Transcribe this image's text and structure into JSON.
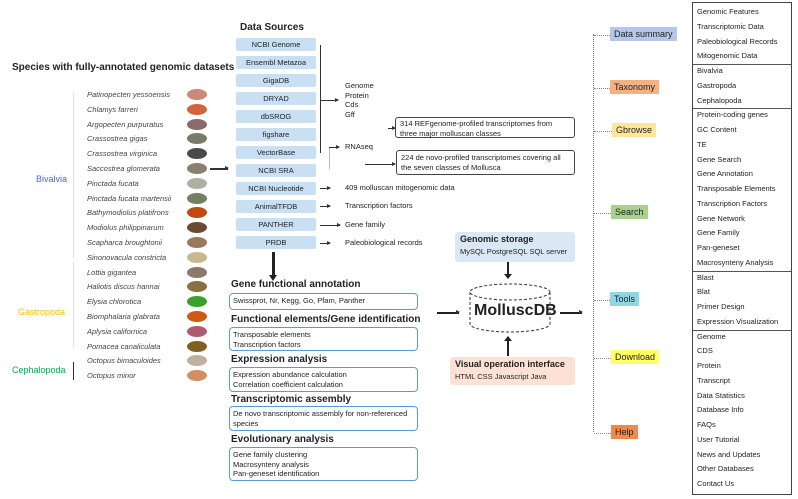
{
  "species_title": "Species with fully-annotated genomic datasets",
  "groups": [
    {
      "name": "Bivalvia",
      "color": "#4472c4"
    },
    {
      "name": "Gastropoda",
      "color": "#ffc000"
    },
    {
      "name": "Cephalopoda",
      "color": "#00b050"
    }
  ],
  "species": [
    "Patinopecten yessoensis",
    "Chlamys farreri",
    "Argopecten purpuratus",
    "Crassostrea gigas",
    "Crassostrea virginica",
    "Saccostrea glomerata",
    "Pinctada fucata",
    "Pinctada fucata martensii",
    "Bathymodiolus platifrons",
    "Modiolus philippinarum",
    "Scapharca broughtonii",
    "Sinonovacula constricta",
    "Lottia gigantea",
    "Haliotis discus hannai",
    "Elysia chlorotica",
    "Biomphalaria glabrata",
    "Aplysia californica",
    "Pomacea canaliculata",
    "Octopus bimaculoides",
    "Octopus minor"
  ],
  "data_sources": {
    "title": "Data Sources",
    "items": [
      "NCBI Genome",
      "Ensembl Metazoa",
      "GigaDB",
      "DRYAD",
      "dbSROG",
      "figshare",
      "VectorBase",
      "NCBI SRA",
      "NCBI Nucleotide",
      "AnimalTFDB",
      "PANTHER",
      "PRDB"
    ]
  },
  "genome_outputs": [
    "Genome",
    "Protein",
    "Cds",
    "Gff"
  ],
  "rnaseq": "RNAseq",
  "transcriptome_boxes": [
    "314 REFgenome-profiled transcriptomes from three major molluscan classes",
    "224 de novo-profiled transcriptomes covering all the seven classes of Mollusca"
  ],
  "source_outputs": [
    "409 molluscan mitogenomic data",
    "Transcription factors",
    "Gene family",
    "Paleobiological records"
  ],
  "analyses": [
    {
      "title": "Gene functional annotation",
      "lines": [
        "Swissprot, Nr, Kegg, Go, Pfam, Panther"
      ]
    },
    {
      "title": "Functional elements/Gene identification",
      "lines": [
        "Transposable elements",
        "Transcription factors"
      ]
    },
    {
      "title": "Expression analysis",
      "lines": [
        "Expression abundance calculation",
        "Correlation coefficient calculation"
      ]
    },
    {
      "title": "Transcriptomic assembly",
      "lines": [
        "De novo transcriptomic assembly for non-referenced species"
      ]
    },
    {
      "title": "Evolutionary analysis",
      "lines": [
        "Gene family clustering",
        "Macrosynteny analysis",
        "Pan-geneset identification"
      ]
    }
  ],
  "storage": {
    "title": "Genomic storage",
    "text": "MySQL PostgreSQL SQL server"
  },
  "db_name": "MolluscDB",
  "interface": {
    "title": "Visual operation interface",
    "text": "HTML CSS Javascript Java"
  },
  "menu": [
    {
      "label": "Data summary",
      "color": "#b4c7e7"
    },
    {
      "label": "Taxonomy",
      "color": "#f4b183"
    },
    {
      "label": "Gbrowse",
      "color": "#ffe699"
    },
    {
      "label": "Search",
      "color": "#a9d18e"
    },
    {
      "label": "Tools",
      "color": "#8ed8e6"
    },
    {
      "label": "Download",
      "color": "#ffff66"
    },
    {
      "label": "Help",
      "color": "#f08a4b"
    }
  ],
  "features": [
    "Genomic Features",
    "Transcriptomic Data",
    "Paleobiological Records",
    "Mitogenomic Data",
    "Bivalvia",
    "Gastropoda",
    "Cephalopoda",
    "Protein-coding genes",
    "GC Content",
    "TE",
    "Gene Search",
    "Gene Annotation",
    "Transposable Elements",
    "Transcription Factors",
    "Gene Network",
    "Gene Family",
    "Pan-geneset",
    "Macrosynteny Analysis",
    "Blast",
    "Blat",
    "Primer Design",
    "Expression Visualization",
    "Genome",
    "CDS",
    "Protein",
    "Transcript",
    "Data Statistics",
    "Database Info",
    "FAQs",
    "User Tutorial",
    "News and Updates",
    "Other Databases",
    "Contact Us"
  ]
}
